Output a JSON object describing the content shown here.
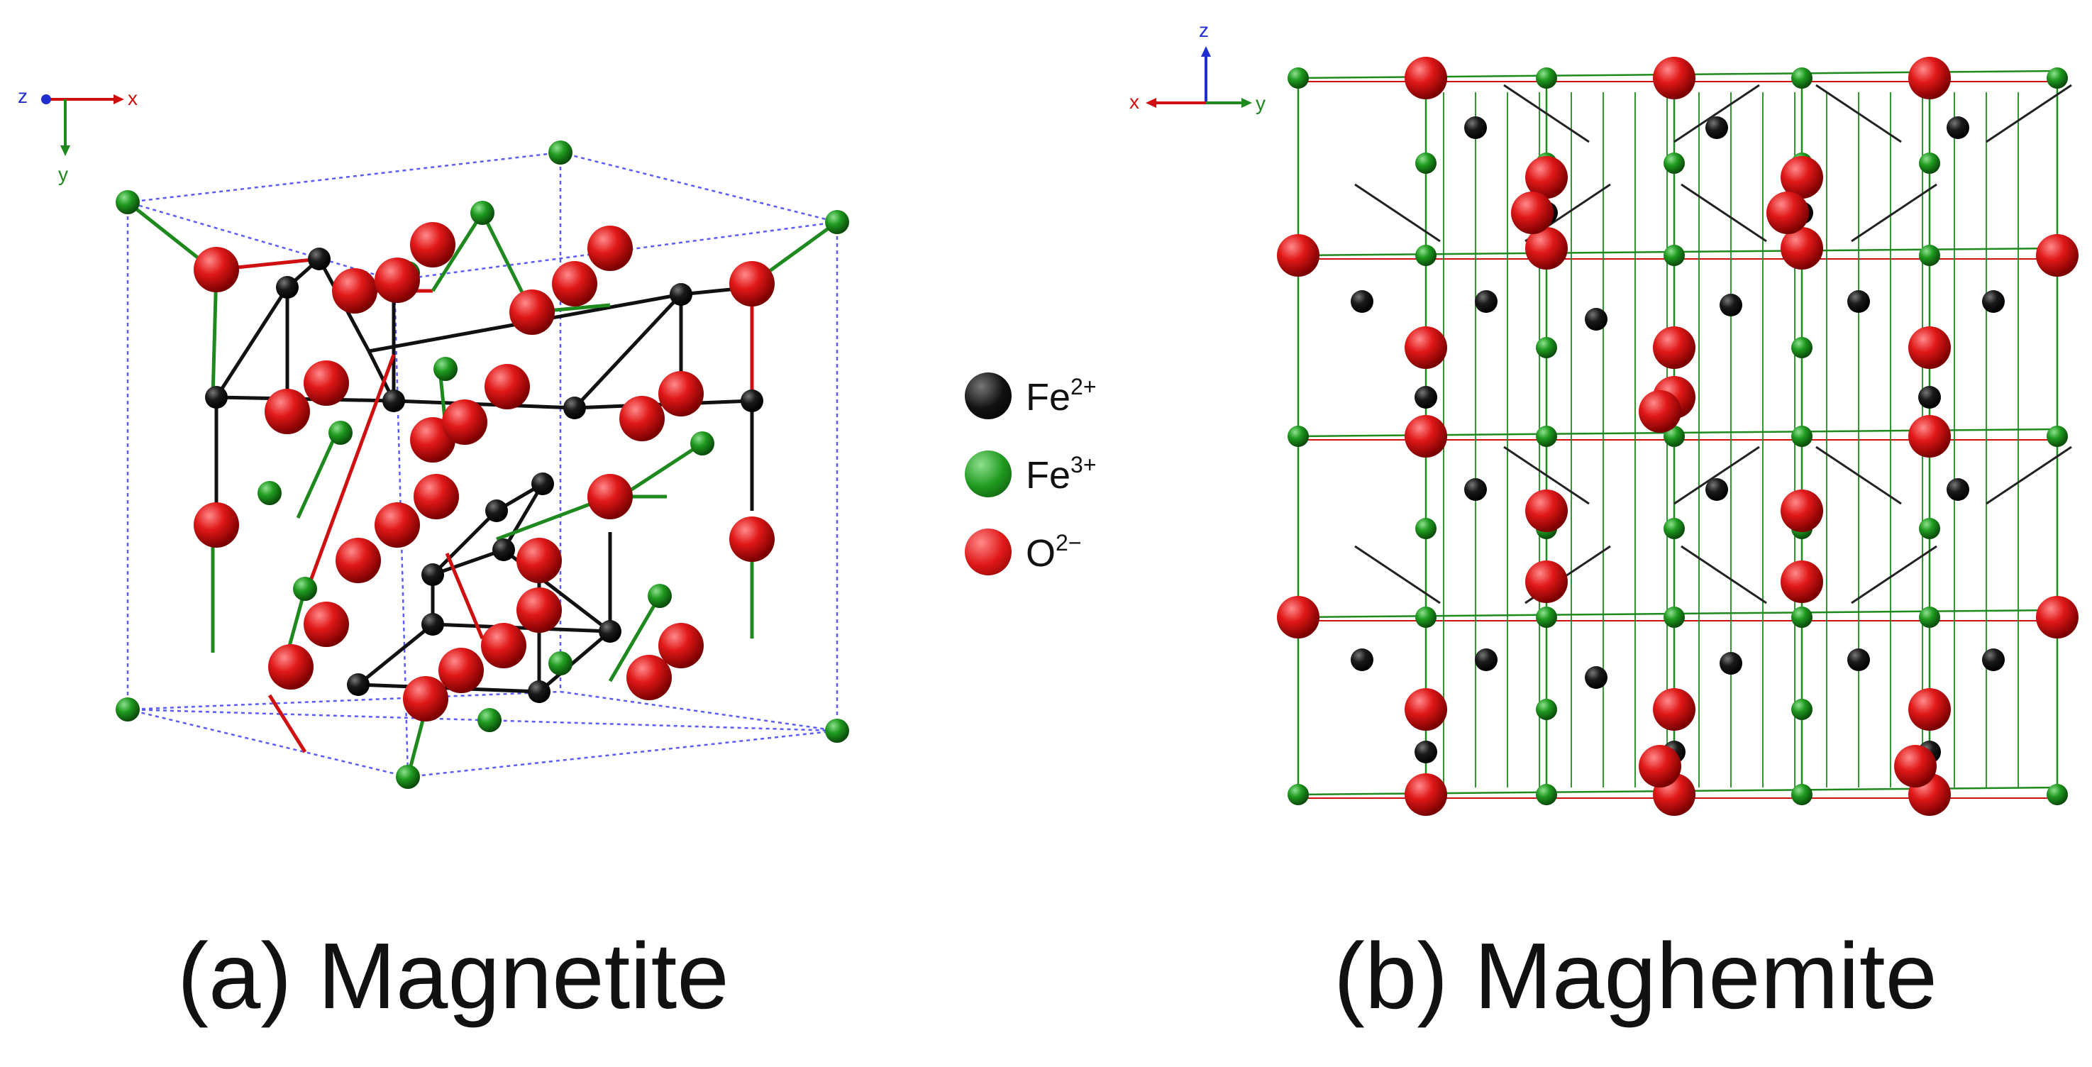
{
  "captions": {
    "a": "(a) Magnetite",
    "b": "(b) Maghemite"
  },
  "legend": [
    {
      "label": "Fe",
      "charge": "2+",
      "color": "#111111"
    },
    {
      "label": "Fe",
      "charge": "3+",
      "color": "#1e8a1e"
    },
    {
      "label": "O",
      "charge": "2−",
      "color": "#d01010"
    }
  ],
  "axes_a": {
    "x": "x",
    "y": "y",
    "z": "z"
  },
  "axes_b": {
    "x": "x",
    "y": "y",
    "z": "z"
  },
  "colors": {
    "fe2": "#111111",
    "fe3": "#1e8a1e",
    "o": "#d01010",
    "cell": "#5b5bff"
  }
}
